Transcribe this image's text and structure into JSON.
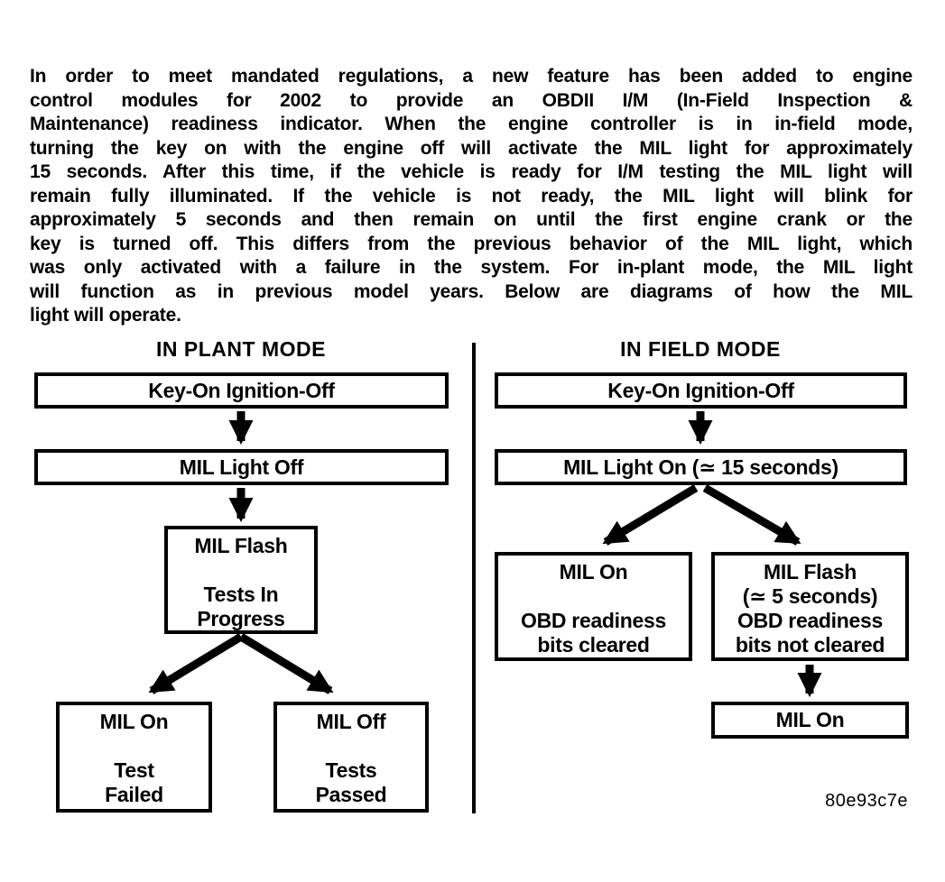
{
  "page": {
    "background": "#ffffff",
    "ink_color": "#000000",
    "figure_code": "80e93c7e"
  },
  "paragraph": {
    "lines": [
      "In order to meet mandated regulations, a new feature has been added to engine",
      "control modules for 2002 to provide an OBDII I/M (In-Field Inspection &",
      "Maintenance) readiness indicator.  When the engine controller is in in-field mode,",
      "turning the key on with the engine off will activate the MIL light for approximately",
      "15 seconds.  After this time, if the vehicle is ready for I/M testing the MIL light will",
      "remain fully illuminated.  If the vehicle is not ready, the MIL light will blink for",
      "approximately 5 seconds and then remain on until the first engine crank or the",
      "key is turned off.  This differs from the previous behavior of the MIL light, which",
      "was only activated with a failure in the system.  For in-plant mode, the MIL light",
      "will function as in previous model years.  Below are diagrams of how the MIL",
      "light will operate."
    ]
  },
  "diagrams": {
    "in_plant": {
      "title": "IN PLANT MODE",
      "key_on": "Key-On Ignition-Off",
      "mil_light_off": "MIL Light Off",
      "mil_flash": [
        "MIL Flash",
        "",
        "Tests In",
        "Progress"
      ],
      "test_failed": [
        "MIL On",
        "",
        "Test",
        "Failed"
      ],
      "tests_passed": [
        "MIL Off",
        "",
        "Tests",
        "Passed"
      ]
    },
    "in_field": {
      "title": "IN FIELD MODE",
      "key_on": "Key-On Ignition-Off",
      "mil_light_on": "MIL Light On (≃ 15 seconds)",
      "bits_cleared": [
        "MIL On",
        "",
        "OBD readiness",
        "bits cleared"
      ],
      "bits_not_cleared": [
        "MIL Flash",
        "(≃ 5 seconds)",
        "OBD readiness",
        "bits not cleared"
      ],
      "mil_on_final": "MIL On"
    }
  }
}
